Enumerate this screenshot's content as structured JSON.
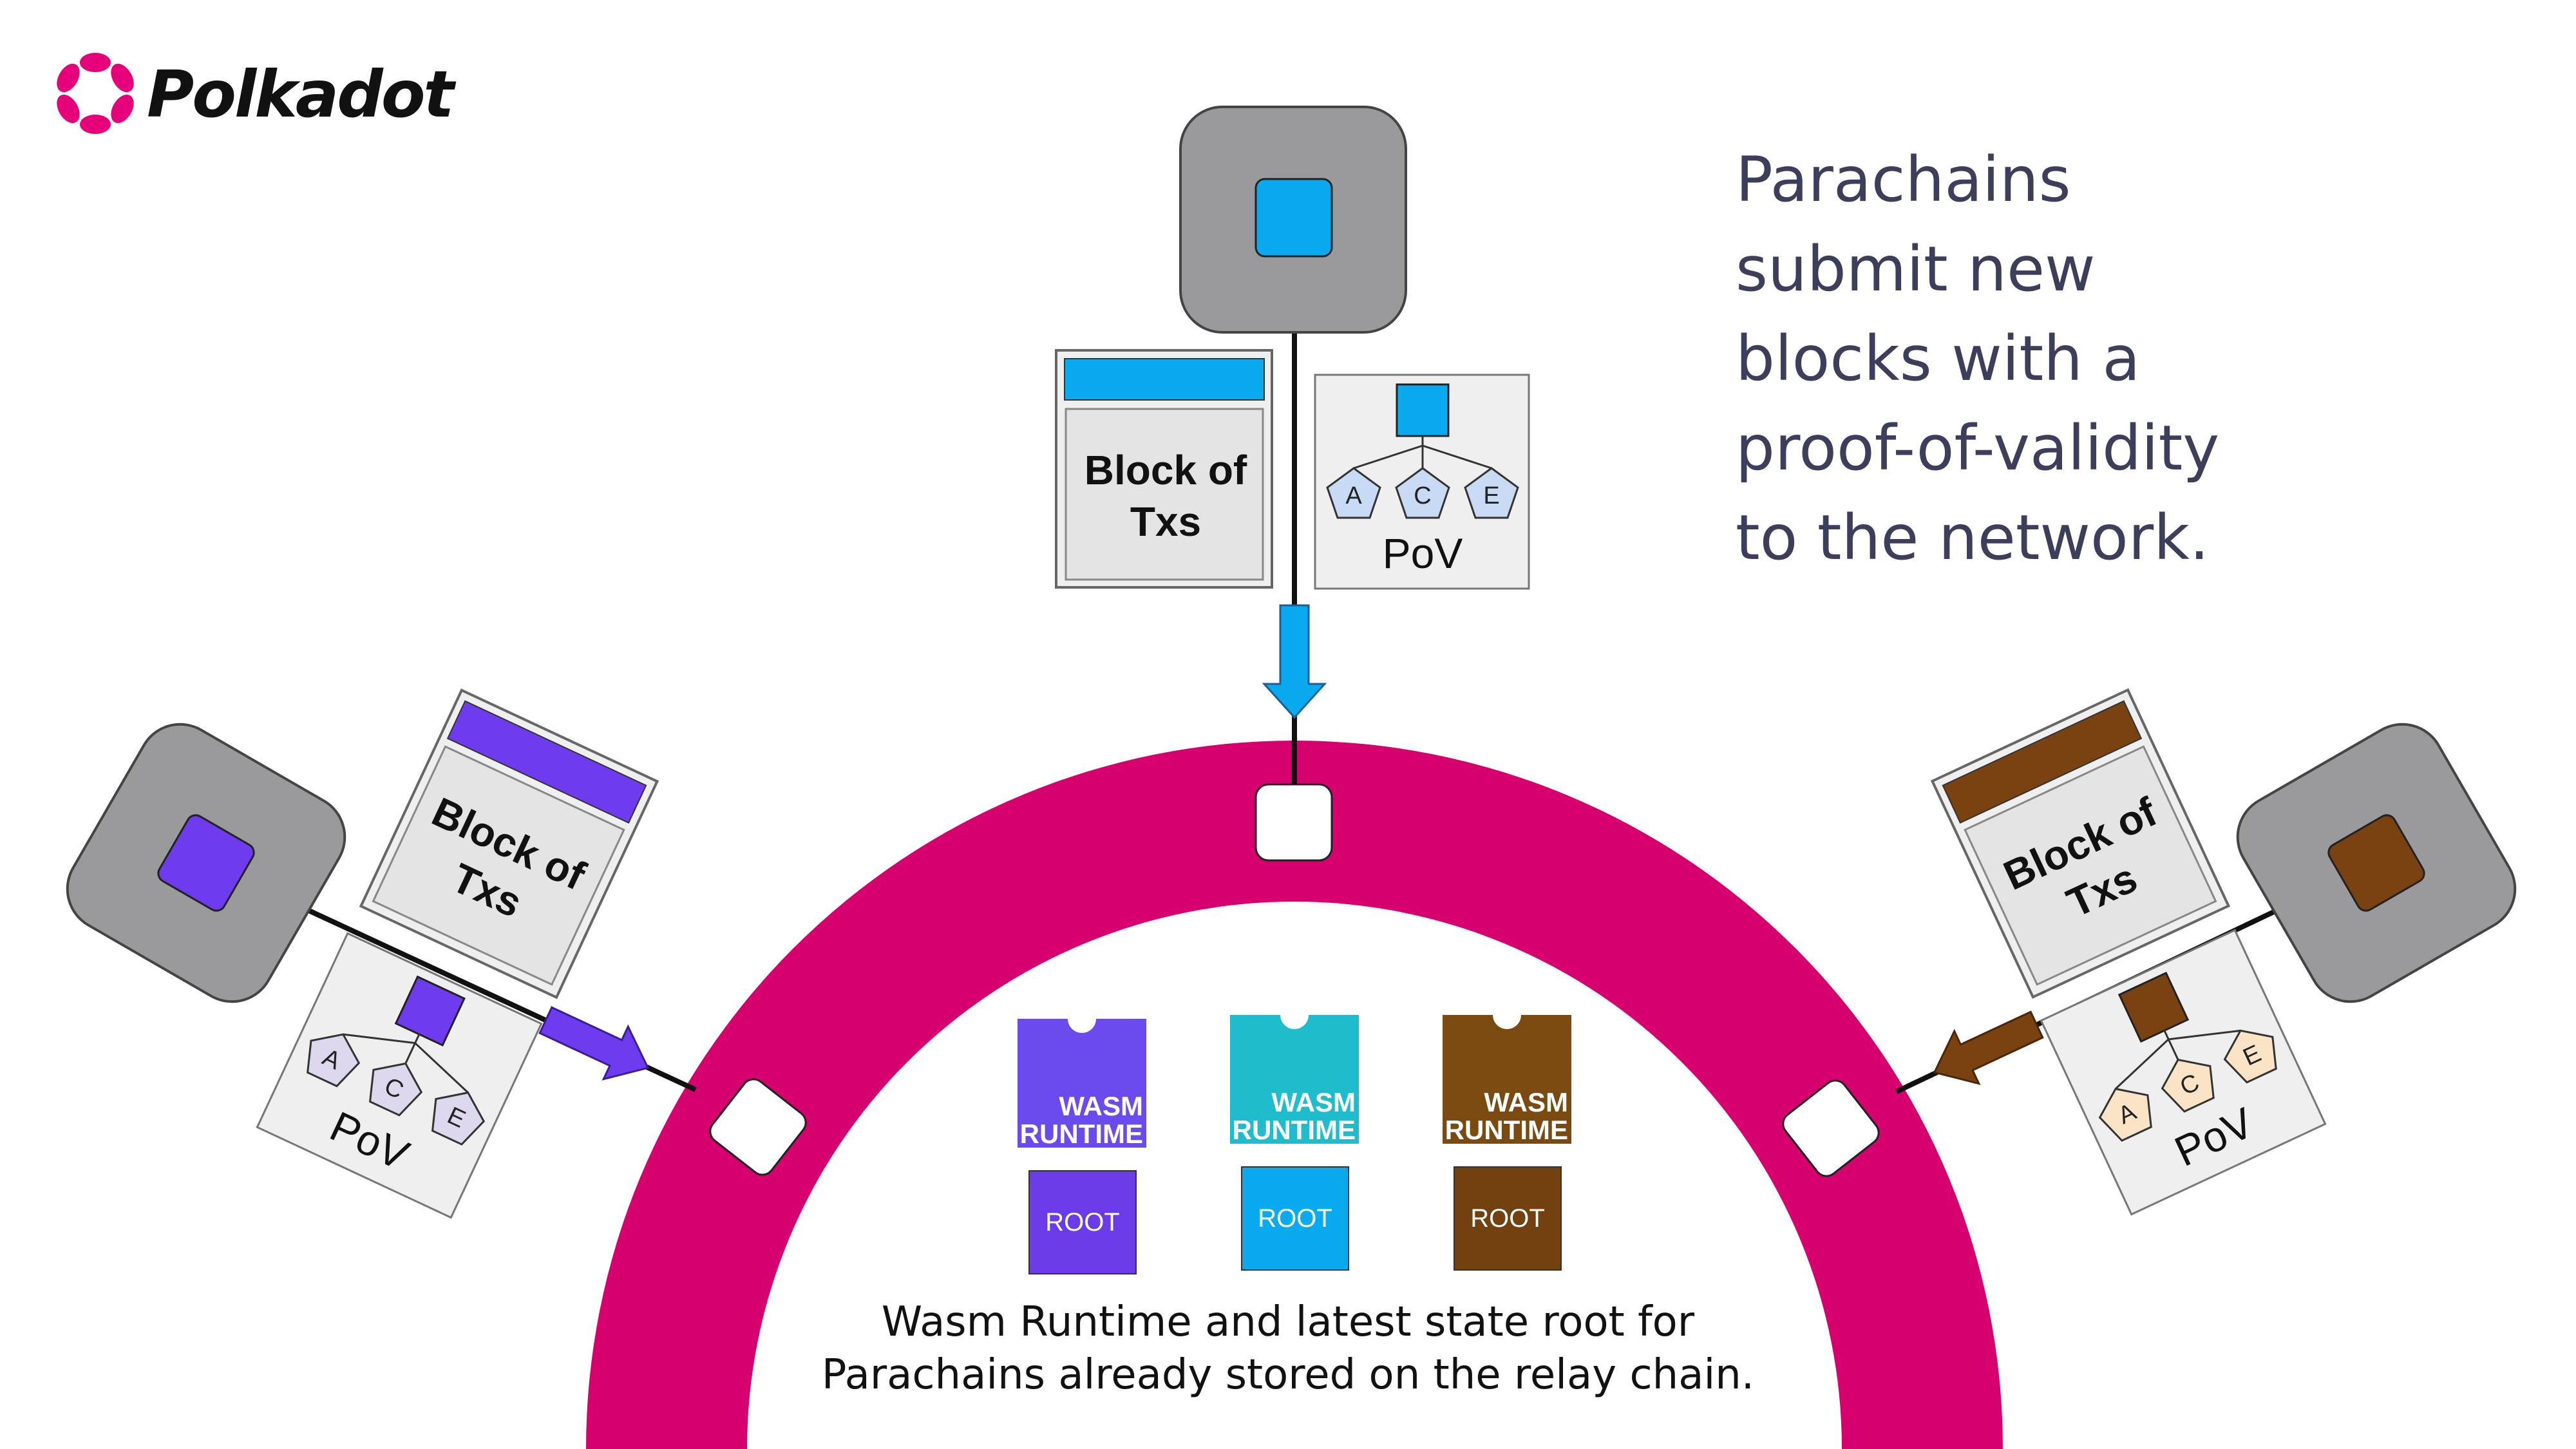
{
  "brand": {
    "name": "Polkadot",
    "color": "#e6007a"
  },
  "headline": {
    "lines": [
      "Parachains",
      "submit new",
      "blocks with a",
      "proof-of-validity",
      "to the network."
    ]
  },
  "relay_chain": {
    "color": "#d6006f"
  },
  "parachains": [
    {
      "id": "left",
      "color": "#6e3cee",
      "pov_fill": "#ddd8ee",
      "block_label": [
        "Block of",
        "Txs"
      ],
      "pov_label": "PoV",
      "pov_nodes": [
        "A",
        "C",
        "E"
      ]
    },
    {
      "id": "center",
      "color": "#0aaaf0",
      "pov_fill": "#c9daf5",
      "block_label": [
        "Block of",
        "Txs"
      ],
      "pov_label": "PoV",
      "pov_nodes": [
        "A",
        "C",
        "E"
      ]
    },
    {
      "id": "right",
      "color": "#7a4210",
      "pov_fill": "#fbe3c6",
      "block_label": [
        "Block of",
        "Txs"
      ],
      "pov_label": "PoV",
      "pov_nodes": [
        "A",
        "C",
        "E"
      ]
    }
  ],
  "runtimes": [
    {
      "color": "#6b4bee",
      "root_color": "#6b3bea",
      "label": [
        "WASM",
        "RUNTIME"
      ],
      "root_label": "ROOT"
    },
    {
      "color": "#1fbcce",
      "root_color": "#0aaaf0",
      "label": [
        "WASM",
        "RUNTIME"
      ],
      "root_label": "ROOT"
    },
    {
      "color": "#7a4a10",
      "root_color": "#73400f",
      "label": [
        "WASM",
        "RUNTIME"
      ],
      "root_label": "ROOT"
    }
  ],
  "caption": {
    "lines": [
      "Wasm Runtime and latest state root for",
      "Parachains already stored on the relay chain."
    ]
  }
}
